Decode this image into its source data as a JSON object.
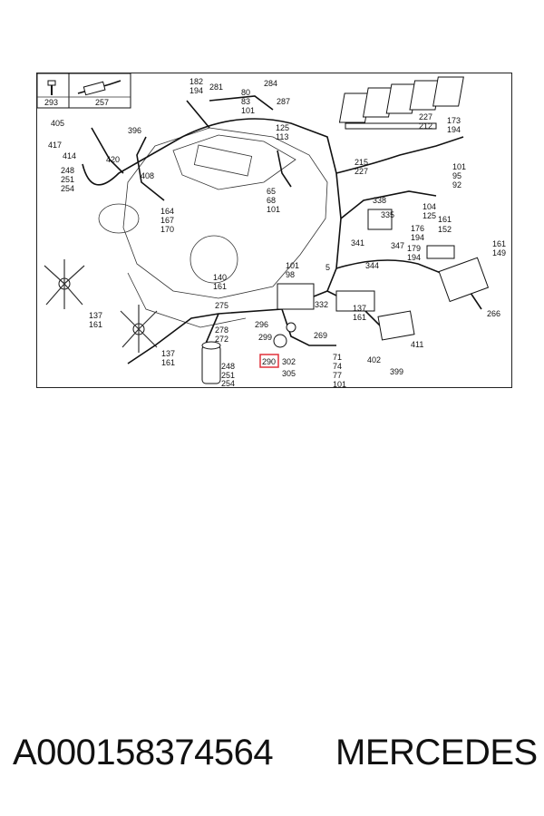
{
  "diagram": {
    "highlight_color": "#e0303a",
    "highlighted_label": "290",
    "callouts": [
      {
        "id": "c293",
        "text": "293"
      },
      {
        "id": "c257",
        "text": "257"
      },
      {
        "id": "c182",
        "text": "182"
      },
      {
        "id": "c194a",
        "text": "194"
      },
      {
        "id": "c281",
        "text": "281"
      },
      {
        "id": "c80",
        "text": "80"
      },
      {
        "id": "c83",
        "text": "83"
      },
      {
        "id": "c101a",
        "text": "101"
      },
      {
        "id": "c284",
        "text": "284"
      },
      {
        "id": "c287",
        "text": "287"
      },
      {
        "id": "c405",
        "text": "405"
      },
      {
        "id": "c396",
        "text": "396"
      },
      {
        "id": "c417",
        "text": "417"
      },
      {
        "id": "c414",
        "text": "414"
      },
      {
        "id": "c420",
        "text": "420"
      },
      {
        "id": "c248a",
        "text": "248"
      },
      {
        "id": "c251a",
        "text": "251"
      },
      {
        "id": "c254a",
        "text": "254"
      },
      {
        "id": "c408",
        "text": "408"
      },
      {
        "id": "c125a",
        "text": "125"
      },
      {
        "id": "c113",
        "text": "113"
      },
      {
        "id": "c173",
        "text": "173"
      },
      {
        "id": "c194b",
        "text": "194"
      },
      {
        "id": "c227a",
        "text": "227"
      },
      {
        "id": "c212",
        "text": "212"
      },
      {
        "id": "c215",
        "text": "215"
      },
      {
        "id": "c227b",
        "text": "227"
      },
      {
        "id": "c101b",
        "text": "101"
      },
      {
        "id": "c95",
        "text": "95"
      },
      {
        "id": "c92",
        "text": "92"
      },
      {
        "id": "c65",
        "text": "65"
      },
      {
        "id": "c68",
        "text": "68"
      },
      {
        "id": "c101c",
        "text": "101"
      },
      {
        "id": "c164",
        "text": "164"
      },
      {
        "id": "c167",
        "text": "167"
      },
      {
        "id": "c170",
        "text": "170"
      },
      {
        "id": "c338",
        "text": "338"
      },
      {
        "id": "c104",
        "text": "104"
      },
      {
        "id": "c125b",
        "text": "125"
      },
      {
        "id": "c335",
        "text": "335"
      },
      {
        "id": "c176",
        "text": "176"
      },
      {
        "id": "c194c",
        "text": "194"
      },
      {
        "id": "c161a",
        "text": "161"
      },
      {
        "id": "c152",
        "text": "152"
      },
      {
        "id": "c341",
        "text": "341"
      },
      {
        "id": "c347",
        "text": "347"
      },
      {
        "id": "c179",
        "text": "179"
      },
      {
        "id": "c194d",
        "text": "194"
      },
      {
        "id": "c161b",
        "text": "161"
      },
      {
        "id": "c149",
        "text": "149"
      },
      {
        "id": "c5",
        "text": "5"
      },
      {
        "id": "c101d",
        "text": "101"
      },
      {
        "id": "c98",
        "text": "98"
      },
      {
        "id": "c344",
        "text": "344"
      },
      {
        "id": "c140",
        "text": "140"
      },
      {
        "id": "c161c",
        "text": "161"
      },
      {
        "id": "c332",
        "text": "332"
      },
      {
        "id": "c137a",
        "text": "137"
      },
      {
        "id": "c161d",
        "text": "161"
      },
      {
        "id": "c266",
        "text": "266"
      },
      {
        "id": "c275",
        "text": "275"
      },
      {
        "id": "c278",
        "text": "278"
      },
      {
        "id": "c272",
        "text": "272"
      },
      {
        "id": "c296",
        "text": "296"
      },
      {
        "id": "c299",
        "text": "299"
      },
      {
        "id": "c269",
        "text": "269"
      },
      {
        "id": "c137b",
        "text": "137"
      },
      {
        "id": "c161e",
        "text": "161"
      },
      {
        "id": "c137c",
        "text": "137"
      },
      {
        "id": "c161f",
        "text": "161"
      },
      {
        "id": "c302",
        "text": "302"
      },
      {
        "id": "c290",
        "text": "290"
      },
      {
        "id": "c305",
        "text": "305"
      },
      {
        "id": "c248b",
        "text": "248"
      },
      {
        "id": "c251b",
        "text": "251"
      },
      {
        "id": "c254b",
        "text": "254"
      },
      {
        "id": "c71",
        "text": "71"
      },
      {
        "id": "c74",
        "text": "74"
      },
      {
        "id": "c77",
        "text": "77"
      },
      {
        "id": "c101e",
        "text": "101"
      },
      {
        "id": "c402",
        "text": "402"
      },
      {
        "id": "c411",
        "text": "411"
      },
      {
        "id": "c399",
        "text": "399"
      }
    ]
  },
  "footer": {
    "part_number": "A000158374564",
    "brand": "MERCEDES"
  }
}
